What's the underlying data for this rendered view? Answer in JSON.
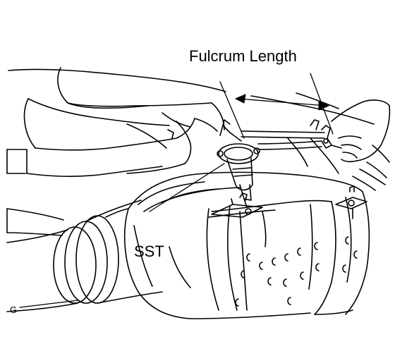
{
  "figure": {
    "labels": {
      "fulcrum_length": "Fulcrum Length",
      "sst": "SST",
      "corner_mark": "G"
    },
    "colors": {
      "ink": "#000000",
      "background": "#ffffff"
    }
  }
}
